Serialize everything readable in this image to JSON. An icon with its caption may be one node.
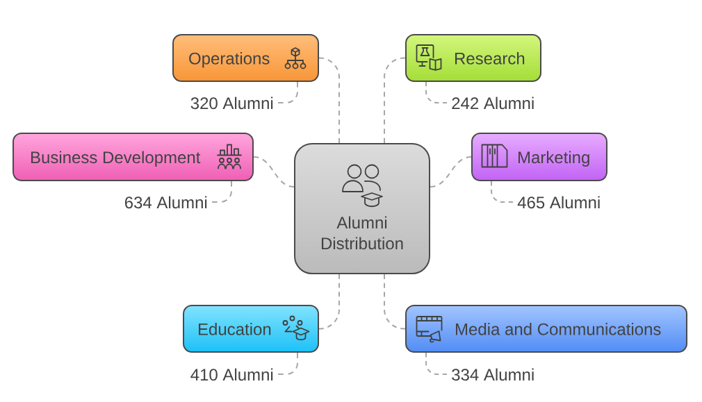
{
  "diagram": {
    "nodes": [
      {
        "text": [
          "Alumni Distribution"
        ]
      },
      {
        "text": [
          "Operations"
        ]
      },
      {
        "text": [
          "320 Alumni"
        ]
      },
      {
        "text": [
          "Research"
        ]
      },
      {
        "text": [
          "242 Alumni"
        ]
      },
      {
        "text": [
          "Business Development"
        ]
      },
      {
        "text": [
          "634 Alumni"
        ]
      },
      {
        "text": [
          "Marketing"
        ]
      },
      {
        "text": [
          "465 Alumni"
        ]
      },
      {
        "text": [
          "Education"
        ]
      },
      {
        "text": [
          "410 Alumni"
        ]
      },
      {
        "text": [
          "Media and Communications"
        ]
      },
      {
        "text": [
          "334 Alumni"
        ]
      }
    ],
    "edges": [
      {
        "from": 0,
        "to": 1,
        "arrow": "none",
        "style": "dashed"
      },
      {
        "from": 1,
        "to": 2,
        "arrow": "none",
        "style": "dashed"
      },
      {
        "from": 0,
        "to": 3,
        "arrow": "none",
        "style": "dashed"
      },
      {
        "from": 3,
        "to": 4,
        "arrow": "none",
        "style": "dashed"
      },
      {
        "from": 0,
        "to": 5,
        "arrow": "none",
        "style": "dashed"
      },
      {
        "from": 5,
        "to": 6,
        "arrow": "none",
        "style": "dashed"
      },
      {
        "from": 0,
        "to": 7,
        "arrow": "none",
        "style": "dashed"
      },
      {
        "from": 7,
        "to": 8,
        "arrow": "none",
        "style": "dashed"
      },
      {
        "from": 0,
        "to": 9,
        "arrow": "none",
        "style": "dashed"
      },
      {
        "from": 9,
        "to": 10,
        "arrow": "none",
        "style": "dashed"
      },
      {
        "from": 0,
        "to": 11,
        "arrow": "none",
        "style": "dashed"
      },
      {
        "from": 11,
        "to": 12,
        "arrow": "none",
        "style": "dashed"
      }
    ]
  }
}
